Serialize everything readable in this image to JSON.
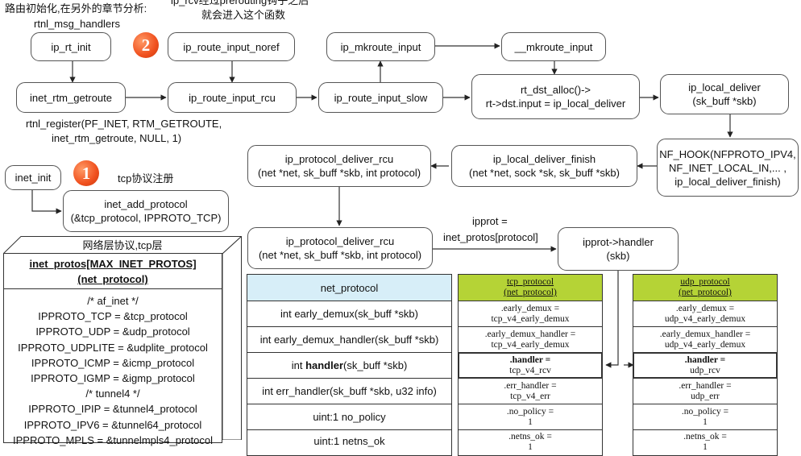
{
  "notes": {
    "route_init": "路由初始化,在另外的章节分析:",
    "rtnl_handlers": "rtnl_msg_handlers",
    "ip_rcv_line1": "ip_rcv经过prerouting钩子之后",
    "ip_rcv_line2": "就会进入这个函数",
    "rtnl_register_line1": "rtnl_register(PF_INET, RTM_GETROUTE,",
    "rtnl_register_line2": "inet_rtm_getroute, NULL, 1)",
    "tcp_register": "tcp协议注册",
    "ipprot_line1": "ipprot =",
    "ipprot_line2": "inet_protos[protocol]"
  },
  "badges": {
    "one": "1",
    "two": "2"
  },
  "nodes": {
    "ip_rt_init": "ip_rt_init",
    "ip_route_input_noref": "ip_route_input_noref",
    "ip_mkroute_input": "ip_mkroute_input",
    "mkroute_input": "__mkroute_input",
    "inet_rtm_getroute": "inet_rtm_getroute",
    "ip_route_input_rcu": "ip_route_input_rcu",
    "ip_route_input_slow": "ip_route_input_slow",
    "rt_dst_alloc_1": "rt_dst_alloc()->",
    "rt_dst_alloc_2": "rt->dst.input = ip_local_deliver",
    "ip_local_deliver_1": "ip_local_deliver",
    "ip_local_deliver_2": "(sk_buff *skb)",
    "nf_hook_1": "NF_HOOK(NFPROTO_IPV4,",
    "nf_hook_2": "NF_INET_LOCAL_IN,... ,",
    "nf_hook_3": "ip_local_deliver_finish)",
    "ldf_1": "ip_local_deliver_finish",
    "ldf_2": "(net *net, sock *sk, sk_buff *skb)",
    "pdr_top_1": "ip_protocol_deliver_rcu",
    "pdr_top_2": "(net *net, sk_buff *skb, int protocol)",
    "inet_init": "inet_init",
    "iap_1": "inet_add_protocol",
    "iap_2": "(&tcp_protocol, IPPROTO_TCP)",
    "pdr_bot_1": "ip_protocol_deliver_rcu",
    "pdr_bot_2": "(net *net, sk_buff *skb, int protocol)",
    "handler_1": "ipprot->handler",
    "handler_2": "(skb)"
  },
  "cube": {
    "top_label": "网络层协议,tcp层",
    "title_1": "inet_protos[MAX_INET_PROTOS]",
    "title_2": "(net_protocol)",
    "lines": [
      "/*  af_inet  */",
      "IPPROTO_TCP = &tcp_protocol",
      "IPPROTO_UDP = &udp_protocol",
      "IPPROTO_UDPLITE = &udplite_protocol",
      "IPPROTO_ICMP = &icmp_protocol",
      "IPPROTO_IGMP = &igmp_protocol",
      "/*  tunnel4  */",
      "IPPROTO_IPIP = &tunnel4_protocol",
      "IPPROTO_IPV6 = &tunnel64_protocol",
      "IPPROTO_MPLS = &tunnelmpls4_protocol"
    ]
  },
  "net_protocol_table": {
    "header": "net_protocol",
    "rows": [
      [
        "int early_demux(sk_buff *skb)"
      ],
      [
        "int early_demux_handler(sk_buff *skb)"
      ],
      [
        "int ",
        "handler",
        "(sk_buff *skb)"
      ],
      [
        "int err_handler(sk_buff *skb, u32 info)"
      ],
      [
        "uint:1 no_policy"
      ],
      [
        "uint:1 netns_ok"
      ]
    ]
  },
  "tcp_protocol": {
    "header_1": "tcp_protocol",
    "header_2": "(net_protocol)",
    "rows": [
      [
        ".early_demux =",
        "tcp_v4_early_demux"
      ],
      [
        ".early_demux_handler =",
        "tcp_v4_early_demux"
      ],
      [
        ".handler =",
        "tcp_v4_rcv"
      ],
      [
        ".err_handler =",
        "tcp_v4_err"
      ],
      [
        ".no_policy =",
        "1"
      ],
      [
        ".netns_ok =",
        "1"
      ]
    ]
  },
  "udp_protocol": {
    "header_1": "udp_protocol",
    "header_2": "(net_protocol)",
    "rows": [
      [
        ".early_demux =",
        "udp_v4_early_demux"
      ],
      [
        ".early_demux_handler =",
        "udp_v4_early_demux"
      ],
      [
        ".handler =",
        "udp_rcv"
      ],
      [
        ".err_handler =",
        "udp_err"
      ],
      [
        ".no_policy =",
        "1"
      ],
      [
        ".netns_ok =",
        "1"
      ]
    ]
  },
  "colors": {
    "net_protocol_header": "#d7eef8",
    "struct_header": "#b5d336",
    "badge": "#f0501e"
  }
}
